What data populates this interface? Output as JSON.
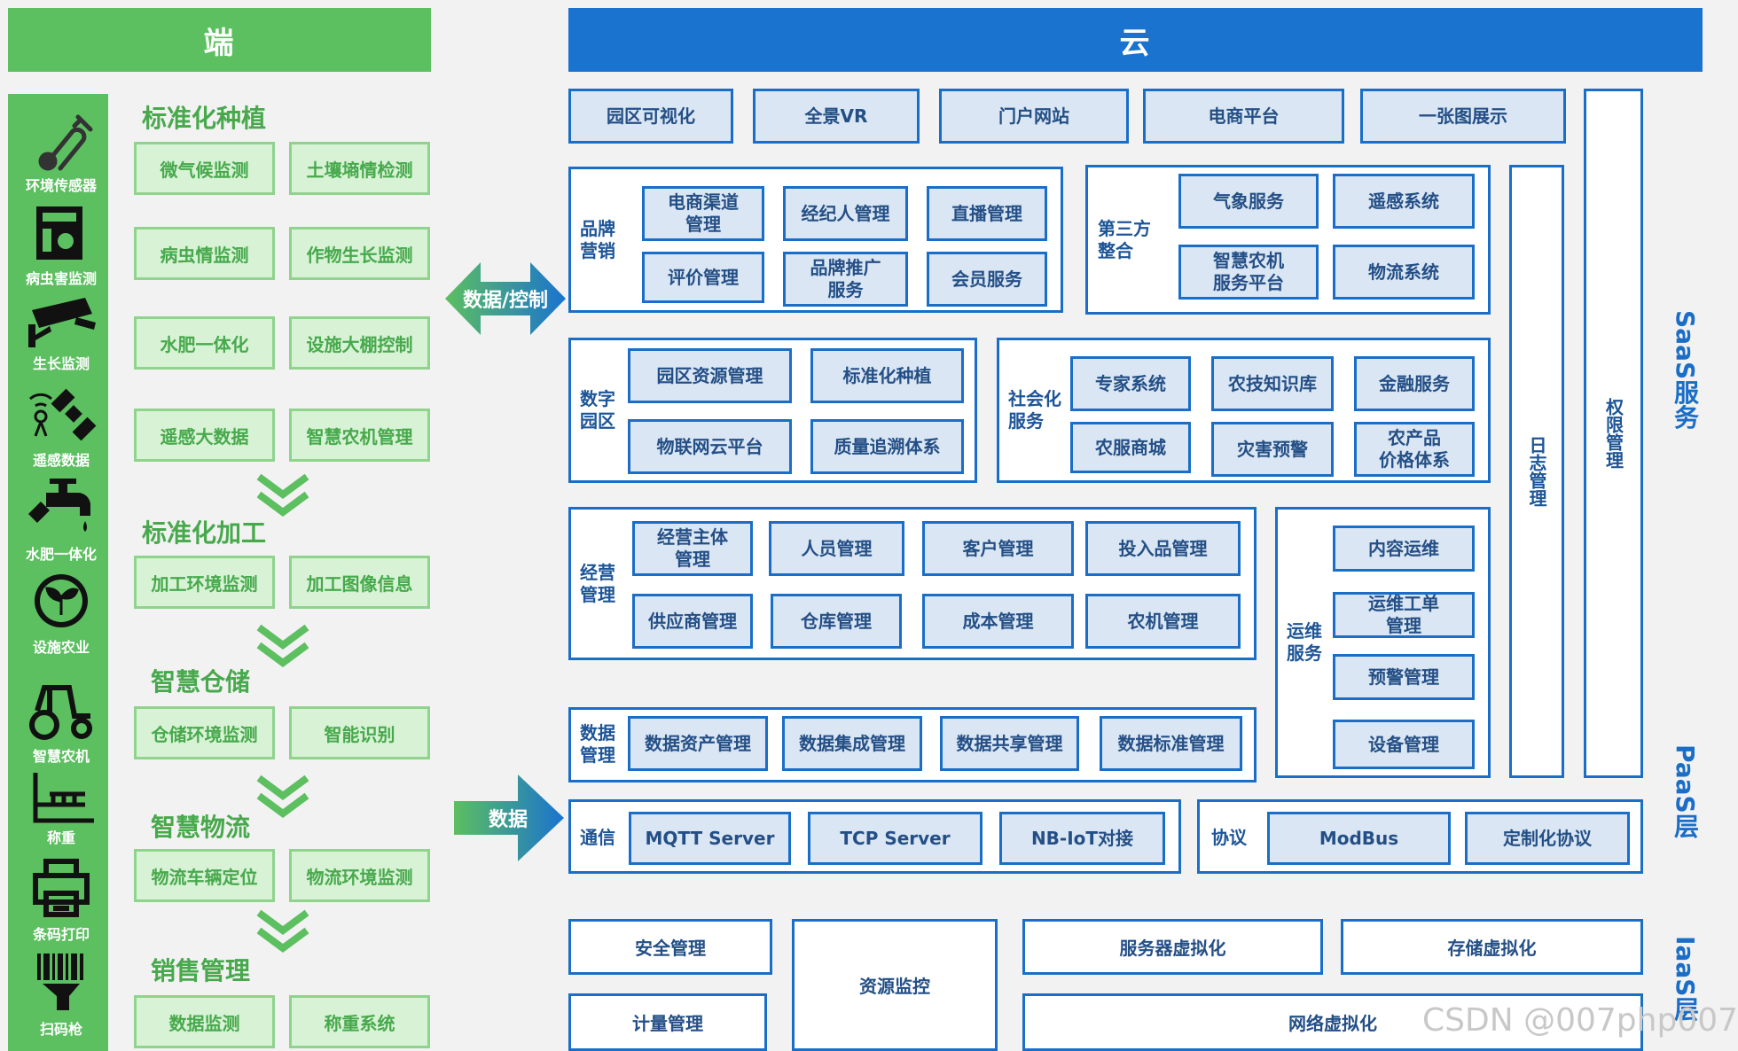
{
  "edge": {
    "header": "端",
    "devices": [
      {
        "label": "环境传感器",
        "icon": "thermometer-icon"
      },
      {
        "label": "病虫害监测",
        "icon": "pest-monitor-icon"
      },
      {
        "label": "生长监测",
        "icon": "camera-icon"
      },
      {
        "label": "遥感数据",
        "icon": "satellite-icon"
      },
      {
        "label": "水肥一体化",
        "icon": "water-tap-icon"
      },
      {
        "label": "设施农业",
        "icon": "plant-pin-icon"
      },
      {
        "label": "智慧农机",
        "icon": "tractor-icon"
      },
      {
        "label": "称重",
        "icon": "scale-icon"
      },
      {
        "label": "条码打印",
        "icon": "printer-icon"
      },
      {
        "label": "扫码枪",
        "icon": "barcode-scanner-icon"
      }
    ],
    "sections": [
      {
        "title": "标准化种植",
        "items": [
          "微气候监测",
          "土壤墒情检测",
          "病虫情监测",
          "作物生长监测",
          "水肥一体化",
          "设施大棚控制",
          "遥感大数据",
          "智慧农机管理"
        ]
      },
      {
        "title": "标准化加工",
        "items": [
          "加工环境监测",
          "加工图像信息"
        ]
      },
      {
        "title": "智慧仓储",
        "items": [
          "仓储环境监测",
          "智能识别"
        ]
      },
      {
        "title": "智慧物流",
        "items": [
          "物流车辆定位",
          "物流环境监测"
        ]
      },
      {
        "title": "销售管理",
        "items": [
          "数据监测",
          "称重系统"
        ]
      }
    ]
  },
  "arrows": {
    "top": "数据/控制",
    "bottom": "数据"
  },
  "cloud": {
    "header": "云",
    "top_row": [
      "园区可视化",
      "全景VR",
      "门户网站",
      "电商平台",
      "一张图展示"
    ],
    "brand": {
      "label": "品牌\n营销",
      "items": [
        "电商渠道\n管理",
        "经纪人管理",
        "直播管理",
        "评价管理",
        "品牌推广\n服务",
        "会员服务"
      ]
    },
    "third": {
      "label": "第三方\n整合",
      "items": [
        "气象服务",
        "遥感系统",
        "智慧农机\n服务平台",
        "物流系统"
      ]
    },
    "digital": {
      "label": "数字\n园区",
      "items": [
        "园区资源管理",
        "标准化种植",
        "物联网云平台",
        "质量追溯体系"
      ]
    },
    "social": {
      "label": "社会化\n服务",
      "items": [
        "专家系统",
        "农技知识库",
        "金融服务",
        "农服商城",
        "灾害预警",
        "农产品\n价格体系"
      ]
    },
    "ops": {
      "label": "经营\n管理",
      "items": [
        "经营主体\n管理",
        "人员管理",
        "客户管理",
        "投入品管理",
        "供应商管理",
        "仓库管理",
        "成本管理",
        "农机管理"
      ]
    },
    "maint": {
      "label": "运维\n服务",
      "items": [
        "内容运维",
        "运维工单\n管理",
        "预警管理",
        "设备管理"
      ]
    },
    "data": {
      "label": "数据\n管理",
      "items": [
        "数据资产管理",
        "数据集成管理",
        "数据共享管理",
        "数据标准管理"
      ]
    },
    "log": "日志管理",
    "perm": "权限管理",
    "comm": {
      "label": "通信",
      "items": [
        "MQTT Server",
        "TCP Server",
        "NB-IoT对接"
      ]
    },
    "proto": {
      "label": "协议",
      "items": [
        "ModBus",
        "定制化协议"
      ]
    },
    "iaas": {
      "security": "安全管理",
      "metering": "计量管理",
      "monitor": "资源监控",
      "server_virt": "服务器虚拟化",
      "storage_virt": "存储虚拟化",
      "network_virt": "网络虚拟化"
    }
  },
  "layers": {
    "saas": "SaaS服务",
    "paas": "PaaS层",
    "iaas": "IaaS层"
  },
  "watermark": "CSDN @007php007",
  "colors": {
    "edge_green": "#5cbf60",
    "cloud_blue": "#1a73cf"
  }
}
